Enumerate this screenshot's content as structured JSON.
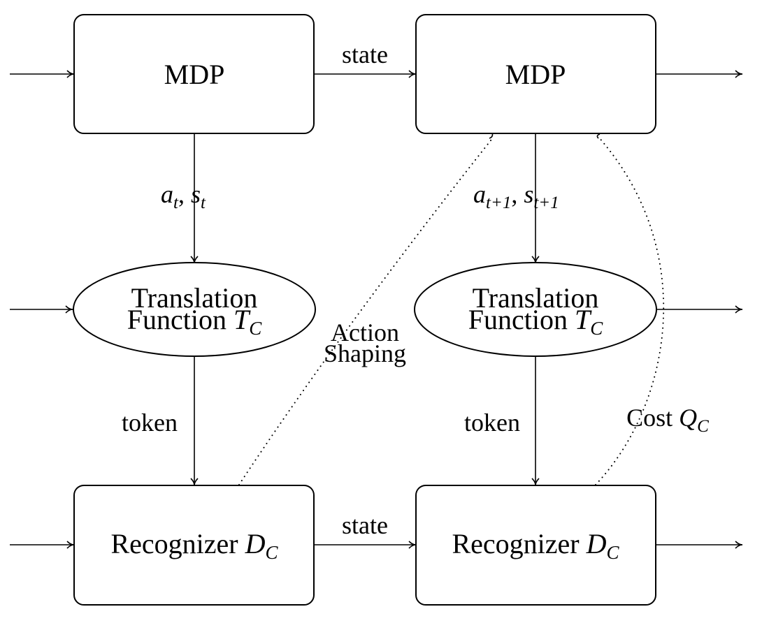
{
  "nodes": {
    "mdp_left": {
      "label": "MDP"
    },
    "mdp_right": {
      "label": "MDP"
    },
    "translation_left": {
      "line1": "Translation",
      "line2": "Function ",
      "math": "T",
      "sub": "C"
    },
    "translation_right": {
      "line1": "Translation",
      "line2": "Function ",
      "math": "T",
      "sub": "C"
    },
    "recognizer_left": {
      "label": "Recognizer ",
      "math": "D",
      "sub": "C"
    },
    "recognizer_right": {
      "label": "Recognizer ",
      "math": "D",
      "sub": "C"
    }
  },
  "edges": {
    "state_top": "state",
    "state_bottom": "state",
    "token_left": "token",
    "token_right": "token",
    "at_st": {
      "a": "a",
      "a_sub": "t",
      "sep": ", ",
      "s": "s",
      "s_sub": "t"
    },
    "at1_st1": {
      "a": "a",
      "a_sub": "t+1",
      "sep": ", ",
      "s": "s",
      "s_sub": "t+1"
    },
    "action_shaping": {
      "line1": "Action",
      "line2": "Shaping"
    },
    "cost": {
      "label": "Cost ",
      "math": "Q",
      "sub": "C"
    }
  }
}
